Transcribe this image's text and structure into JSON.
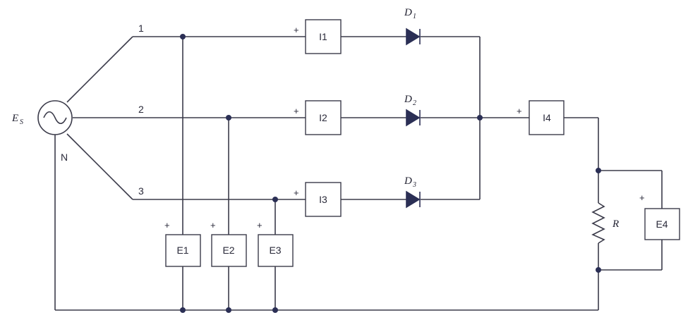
{
  "source": {
    "label": "E",
    "sub": "S",
    "neutral": "N"
  },
  "phases": [
    "1",
    "2",
    "3"
  ],
  "ammeters": [
    "I1",
    "I2",
    "I3",
    "I4"
  ],
  "voltmeters": [
    "E1",
    "E2",
    "E3",
    "E4"
  ],
  "diodes": [
    {
      "label": "D",
      "sub": "1"
    },
    {
      "label": "D",
      "sub": "2"
    },
    {
      "label": "D",
      "sub": "3"
    }
  ],
  "resistor": "R",
  "polarity": "+"
}
